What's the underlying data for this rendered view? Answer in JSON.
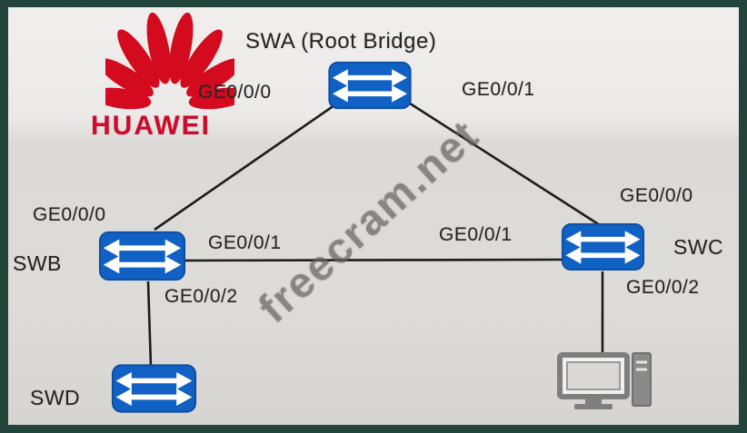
{
  "brand": {
    "logo_text": "HUAWEI"
  },
  "watermark": {
    "text": "freecram.net"
  },
  "diagram": {
    "title": "SWA (Root Bridge)",
    "nodes": {
      "swa": {
        "label": "SWA (Root Bridge)",
        "port_left": "GE0/0/0",
        "port_right": "GE0/0/1"
      },
      "swb": {
        "label": "SWB",
        "port_top": "GE0/0/0",
        "port_right": "GE0/0/1",
        "port_bottom": "GE0/0/2"
      },
      "swc": {
        "label": "SWC",
        "port_top": "GE0/0/0",
        "port_left": "GE0/0/1",
        "port_bottom": "GE0/0/2"
      },
      "swd": {
        "label": "SWD"
      }
    },
    "links": [
      {
        "from": "SWA GE0/0/0",
        "to": "SWB GE0/0/0"
      },
      {
        "from": "SWA GE0/0/1",
        "to": "SWC GE0/0/0"
      },
      {
        "from": "SWB GE0/0/1",
        "to": "SWC GE0/0/1"
      },
      {
        "from": "SWB GE0/0/2",
        "to": "SWD"
      },
      {
        "from": "SWC GE0/0/2",
        "to": "PC"
      }
    ],
    "colors": {
      "switch_blue": "#1160c4",
      "huawei_red": "#cf0a2c",
      "frame_green": "#23443a",
      "line_black": "#1c1c1c"
    }
  }
}
